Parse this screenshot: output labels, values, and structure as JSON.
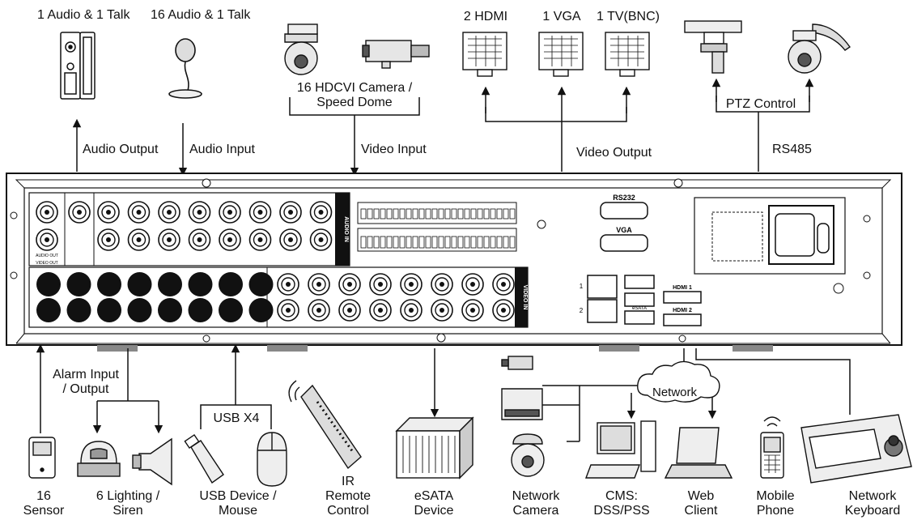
{
  "top": {
    "audio_out_device": "1 Audio  & 1 Talk",
    "audio_in_device": "16 Audio & 1 Talk",
    "camera_line1": "16 HDCVI Camera /",
    "camera_line2": "Speed Dome",
    "hdmi": "2 HDMI",
    "vga": "1 VGA",
    "tv": "1 TV(BNC)",
    "ptz_control": "PTZ Control"
  },
  "connections": {
    "audio_output": "Audio  Output",
    "audio_input": "Audio  Input",
    "video_input": "Video Input",
    "video_output": "Video Output",
    "rs485": "RS485",
    "alarm_line1": "Alarm Input",
    "alarm_line2": "/ Output",
    "usb_x4": "USB X4",
    "network": "Network"
  },
  "panel": {
    "rs232": "RS232",
    "vga": "VGA",
    "esata": "eSATA",
    "audio_in": "AUDIO IN",
    "video_in": "VIDEO IN",
    "audio_out": "AUDIO OUT",
    "video_out": "VIDEO OUT",
    "lan1": "1",
    "lan2": "2",
    "hdmi1": "HDMI 1",
    "hdmi2": "HDMI 2"
  },
  "bottom": [
    {
      "line1": "16",
      "line2": "Sensor"
    },
    {
      "line1": "6 Lighting /",
      "line2": "Siren"
    },
    {
      "line1": "USB Device /",
      "line2": "Mouse"
    },
    {
      "line1": "IR",
      "line2": "Remote",
      "line3": "Control"
    },
    {
      "line1": "eSATA",
      "line2": "Device"
    },
    {
      "line1": "Network",
      "line2": "Camera"
    },
    {
      "line1": "CMS:",
      "line2": "DSS/PSS"
    },
    {
      "line1": "Web",
      "line2": "Client"
    },
    {
      "line1": "Mobile",
      "line2": "Phone"
    },
    {
      "line1": "Network",
      "line2": "Keyboard"
    }
  ]
}
